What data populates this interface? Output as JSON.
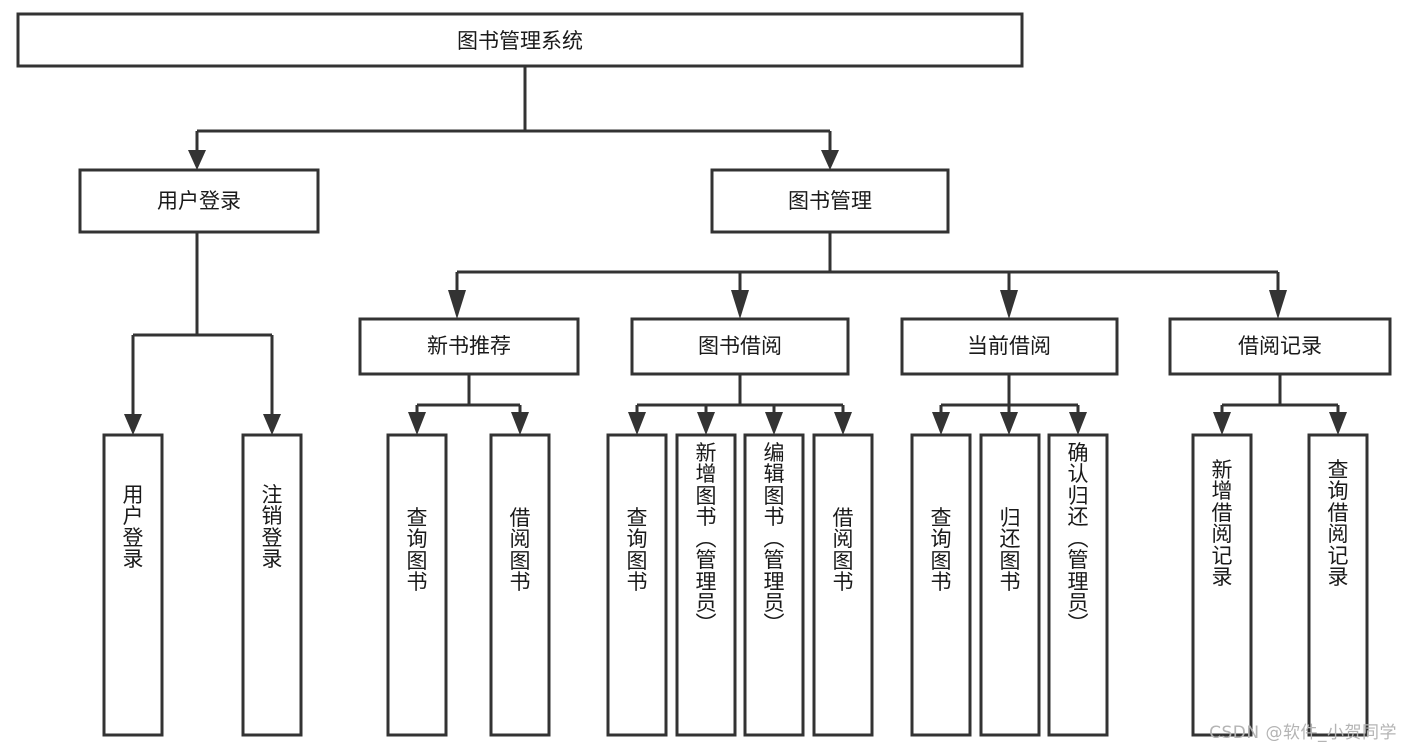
{
  "diagram": {
    "title": "图书管理系统",
    "watermark": "CSDN @软件_小贺同学",
    "colors": {
      "stroke": "#333333",
      "fill": "#ffffff",
      "text": "#1a1a1a",
      "watermark": "#b4b4b4"
    },
    "levels": {
      "root": {
        "label": "图书管理系统"
      },
      "level2": [
        {
          "label": "用户登录"
        },
        {
          "label": "图书管理"
        }
      ],
      "level3": [
        {
          "label": "新书推荐"
        },
        {
          "label": "图书借阅"
        },
        {
          "label": "当前借阅"
        },
        {
          "label": "借阅记录"
        }
      ]
    },
    "leaves": {
      "user_login": [
        {
          "label": "用户登录"
        },
        {
          "label": "注销登录"
        }
      ],
      "new_book_recommend": [
        {
          "label": "查询图书"
        },
        {
          "label": "借阅图书"
        }
      ],
      "book_borrow": [
        {
          "label": "查询图书"
        },
        {
          "label": "新增图书（管理员）"
        },
        {
          "label": "编辑图书（管理员）"
        },
        {
          "label": "借阅图书"
        }
      ],
      "current_borrow": [
        {
          "label": "查询图书"
        },
        {
          "label": "归还图书"
        },
        {
          "label": "确认归还（管理员）"
        }
      ],
      "borrow_record": [
        {
          "label": "新增借阅记录"
        },
        {
          "label": "查询借阅记录"
        }
      ]
    }
  }
}
